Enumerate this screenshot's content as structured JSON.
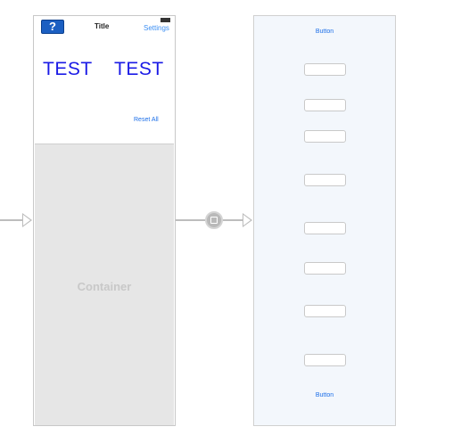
{
  "scene1": {
    "nav": {
      "help_button": "?",
      "title": "Title",
      "settings": "Settings"
    },
    "test_left": "TEST",
    "test_right": "TEST",
    "reset_all": "Reset All",
    "container_label": "Container"
  },
  "scene2": {
    "top_button": "Button",
    "bottom_button": "Button",
    "text_fields": [
      "",
      "",
      "",
      "",
      "",
      "",
      "",
      ""
    ]
  },
  "colors": {
    "accent": "#1b6ee8",
    "test_label": "#1a1ae6",
    "help_button_bg": "#1b5fc2",
    "container_bg": "#e6e6e6",
    "scene2_bg": "#f3f7fc"
  },
  "icons": {
    "segue": "embed-segue-icon",
    "battery": "battery-icon"
  }
}
